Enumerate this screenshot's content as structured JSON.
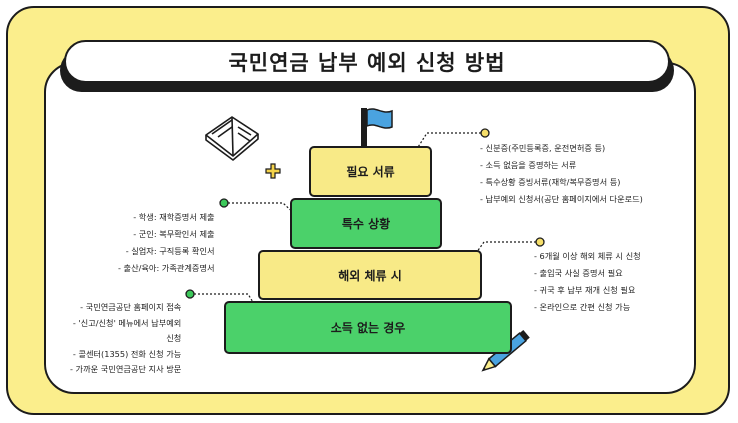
{
  "title": "국민연금 납부 예외 신청 방법",
  "layers": [
    {
      "label": "필요 서류"
    },
    {
      "label": "특수 상황"
    },
    {
      "label": "해외 체류 시"
    },
    {
      "label": "소득 없는 경우"
    }
  ],
  "notes": {
    "documents": [
      "- 신분증(주민등록증, 운전면허증 등)",
      "- 소득 없음을 증명하는 서류",
      "- 특수상황 증빙서류(재학/복무증명서 등)",
      "- 납부예외 신청서(공단 홈페이지에서 다운로드)"
    ],
    "special": [
      "- 학생: 재학증명서 제출",
      "- 군인: 복무확인서 제출",
      "- 실업자: 구직등록 확인서",
      "- 출산/육아: 가족관계증명서"
    ],
    "overseas": [
      "- 6개월 이상 해외 체류 시 신청",
      "- 출입국 사실 증명서 필요",
      "- 귀국 후 납부 재개 신청 필요",
      "- 온라인으로 간편 신청 가능"
    ],
    "no_income": [
      "- 국민연금공단 홈페이지 접속",
      "- '신고/신청' 메뉴에서 납부예외",
      "신청",
      "- 콜센터(1355) 전화 신청 가능",
      "- 가까운 국민연금공단 지사 방문"
    ]
  },
  "colors": {
    "background": "#fbee8c",
    "yellow_layer": "#f8ea87",
    "green_layer": "#4bd16a",
    "flag": "#4aa3e0",
    "dot_green": "#3cc85a",
    "dot_yellow": "#f6df6a",
    "plus": "#f4d34a",
    "outline": "#1c1c1c"
  },
  "icons": [
    "open-book-icon",
    "flag-icon",
    "plus-icon",
    "pencil-icon"
  ]
}
